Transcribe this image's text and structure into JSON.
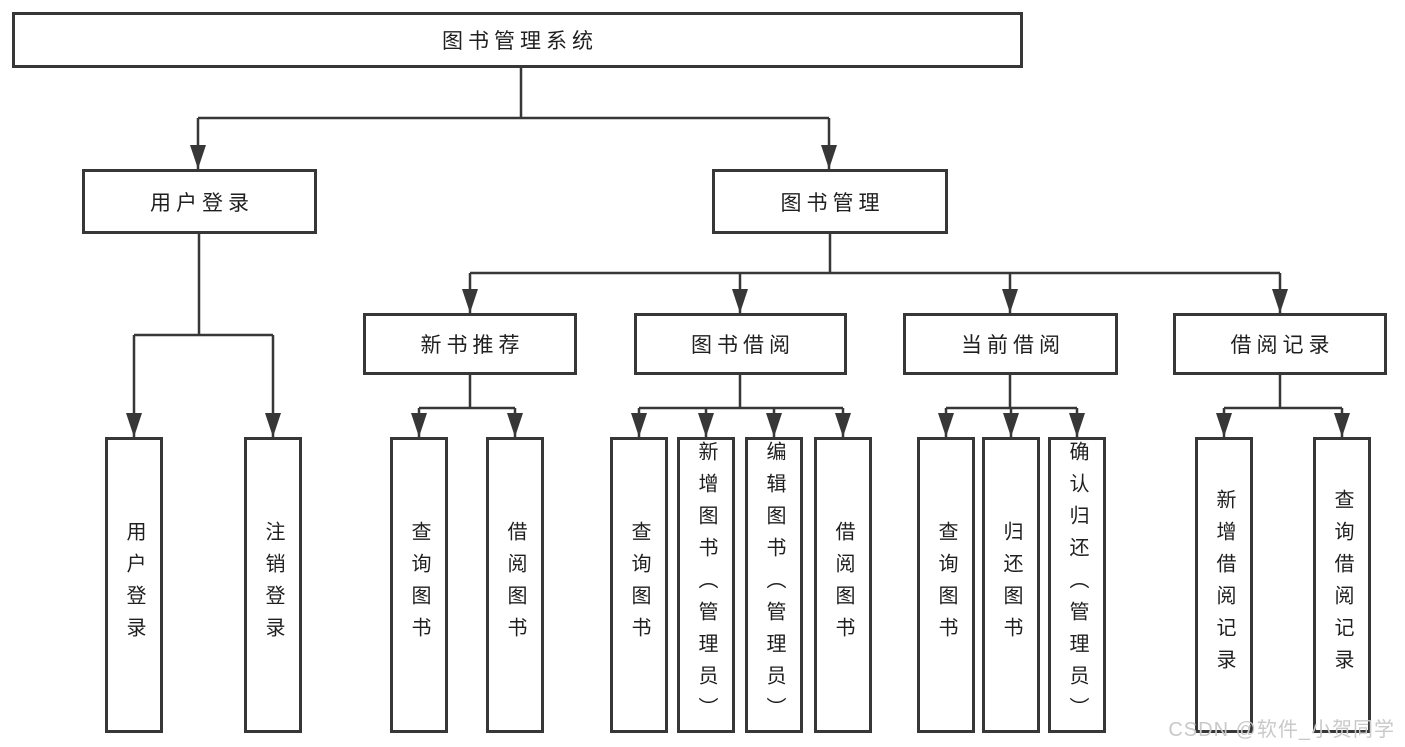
{
  "diagram": {
    "root": {
      "label": "图书管理系统"
    },
    "branches": [
      {
        "label": "用户登录",
        "children": [
          {
            "label": "用户登录"
          },
          {
            "label": "注销登录"
          }
        ]
      },
      {
        "label": "图书管理",
        "children": [
          {
            "label": "新书推荐",
            "children": [
              {
                "label": "查询图书"
              },
              {
                "label": "借阅图书"
              }
            ]
          },
          {
            "label": "图书借阅",
            "children": [
              {
                "label": "查询图书"
              },
              {
                "label": "新增图书（管理员）"
              },
              {
                "label": "编辑图书（管理员）"
              },
              {
                "label": "借阅图书"
              }
            ]
          },
          {
            "label": "当前借阅",
            "children": [
              {
                "label": "查询图书"
              },
              {
                "label": "归还图书"
              },
              {
                "label": "确认归还（管理员）"
              }
            ]
          },
          {
            "label": "借阅记录",
            "children": [
              {
                "label": "新增借阅记录"
              },
              {
                "label": "查询借阅记录"
              }
            ]
          }
        ]
      }
    ]
  },
  "watermark": {
    "text": "CSDN @软件_小贺同学"
  },
  "colors": {
    "line": "#373737",
    "box_border": "#373737",
    "box_fill": "#ffffff",
    "text": "#1f1f1f",
    "watermark": "#c9c9c9",
    "background": "#ffffff"
  }
}
